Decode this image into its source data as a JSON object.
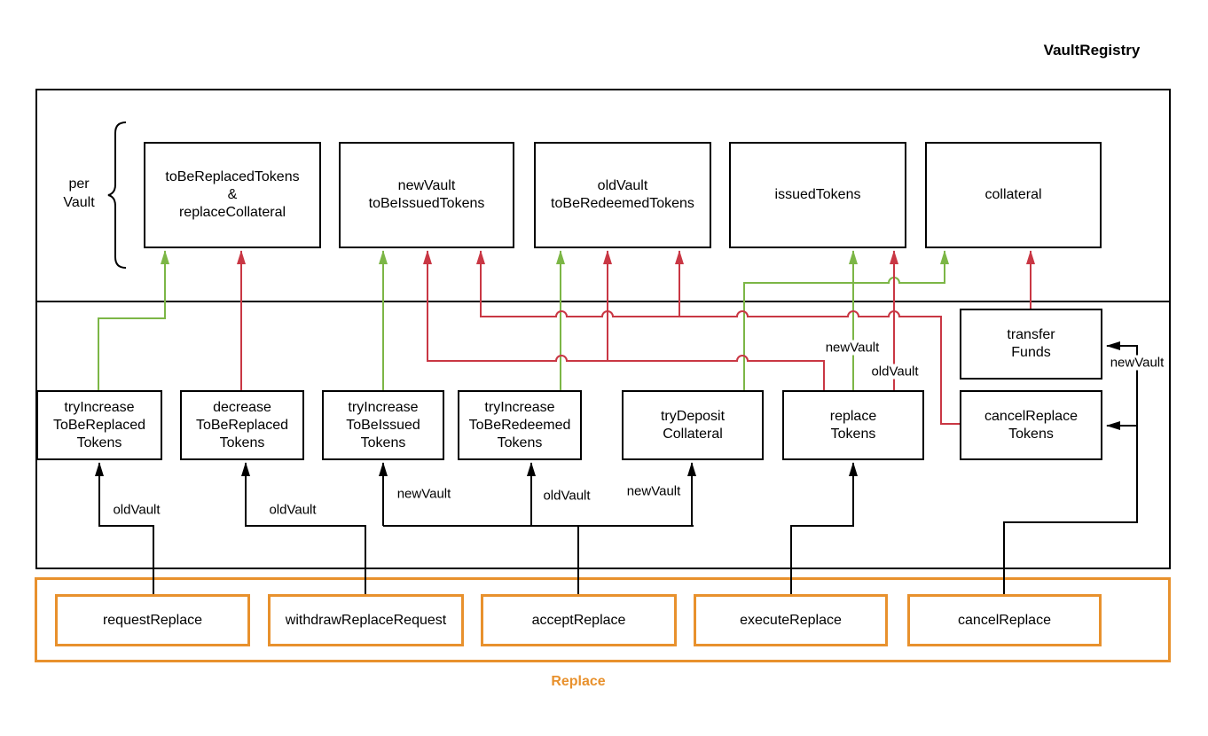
{
  "title": "VaultRegistry",
  "per_vault": {
    "label": "per\nVault"
  },
  "storage_boxes": [
    {
      "id": "toBeReplacedTokens-replaceCollateral",
      "label": "toBeReplacedTokens\n&\nreplaceCollateral"
    },
    {
      "id": "newVault-toBeIssuedTokens",
      "label": "newVault\ntoBeIssuedTokens"
    },
    {
      "id": "oldVault-toBeRedeemedTokens",
      "label": "oldVault\ntoBeRedeemedTokens"
    },
    {
      "id": "issuedTokens",
      "label": "issuedTokens"
    },
    {
      "id": "collateral",
      "label": "collateral"
    }
  ],
  "function_boxes": [
    {
      "id": "tryIncreaseToBeReplacedTokens",
      "label": "tryIncrease\nToBeReplaced\nTokens"
    },
    {
      "id": "decreaseToBeReplacedTokens",
      "label": "decrease\nToBeReplaced\nTokens"
    },
    {
      "id": "tryIncreaseToBeIssuedTokens",
      "label": "tryIncrease\nToBeIssued\nTokens"
    },
    {
      "id": "tryIncreaseToBeRedeemedTokens",
      "label": "tryIncrease\nToBeRedeemed\nTokens"
    },
    {
      "id": "tryDepositCollateral",
      "label": "tryDeposit\nCollateral"
    },
    {
      "id": "replaceTokens",
      "label": "replace\nTokens"
    },
    {
      "id": "cancelReplaceTokens",
      "label": "cancelReplace\nTokens"
    },
    {
      "id": "transferFunds",
      "label": "transfer\nFunds"
    }
  ],
  "replace_section": {
    "label": "Replace",
    "functions": [
      {
        "id": "requestReplace",
        "label": "requestReplace"
      },
      {
        "id": "withdrawReplaceRequest",
        "label": "withdrawReplaceRequest"
      },
      {
        "id": "acceptReplace",
        "label": "acceptReplace"
      },
      {
        "id": "executeReplace",
        "label": "executeReplace"
      },
      {
        "id": "cancelReplace",
        "label": "cancelReplace"
      }
    ]
  },
  "edge_labels": {
    "request_oldVault": "oldVault",
    "withdraw_oldVault": "oldVault",
    "accept_newVault_issued": "newVault",
    "accept_oldVault_redeemed": "oldVault",
    "accept_newVault_deposit": "newVault",
    "replace_newVault": "newVault",
    "replace_oldVault": "oldVault",
    "cancel_newVault": "newVault"
  },
  "colors": {
    "increase_edge": "#7CB646",
    "decrease_edge": "#C93744",
    "call_edge": "#000000",
    "replace_group": "#E8912D"
  }
}
